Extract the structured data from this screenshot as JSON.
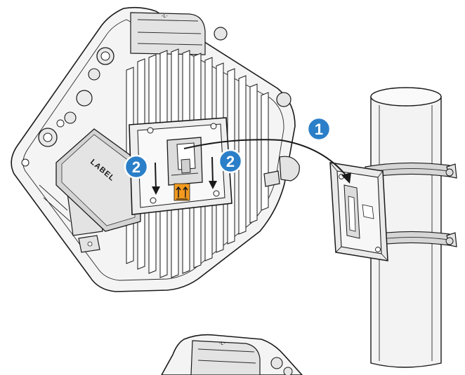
{
  "diagram": {
    "device_label": "LABEL",
    "step_one": "1",
    "step_two": "2",
    "colors": {
      "badge": "#2b7fc8",
      "warning_sticker": "#f29a1f",
      "outline": "#1a1a1a"
    },
    "icons": [
      "arrow-curved-icon",
      "arrow-down-icon",
      "up-arrows-warning-icon"
    ]
  }
}
